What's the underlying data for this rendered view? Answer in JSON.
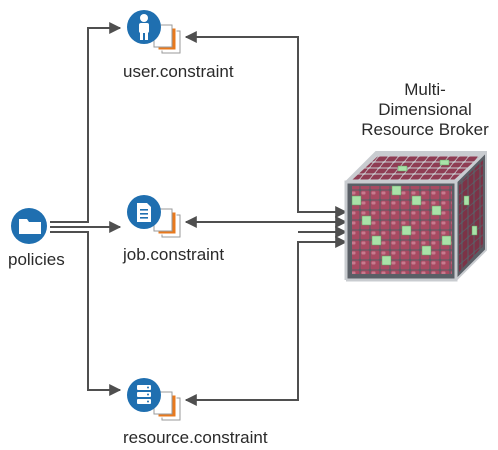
{
  "nodes": {
    "policies": {
      "label": "policies",
      "icon": "folder-icon"
    },
    "user": {
      "label": "user.constraint",
      "icon": "user-icon"
    },
    "job": {
      "label": "job.constraint",
      "icon": "document-icon"
    },
    "resource": {
      "label": "resource.constraint",
      "icon": "server-icon"
    }
  },
  "broker": {
    "title_lines": [
      "Multi-",
      "Dimensional",
      "Resource Broker"
    ]
  },
  "colors": {
    "icon_blue": "#1f6fb0",
    "doc_orange": "#e8791d",
    "connector": "#4f4f4f",
    "cube_cell": "#a84a62",
    "cube_highlight": "#a9e2a8",
    "cube_frame": "#5a5f66",
    "cube_frame_light": "#c9ccd0"
  }
}
